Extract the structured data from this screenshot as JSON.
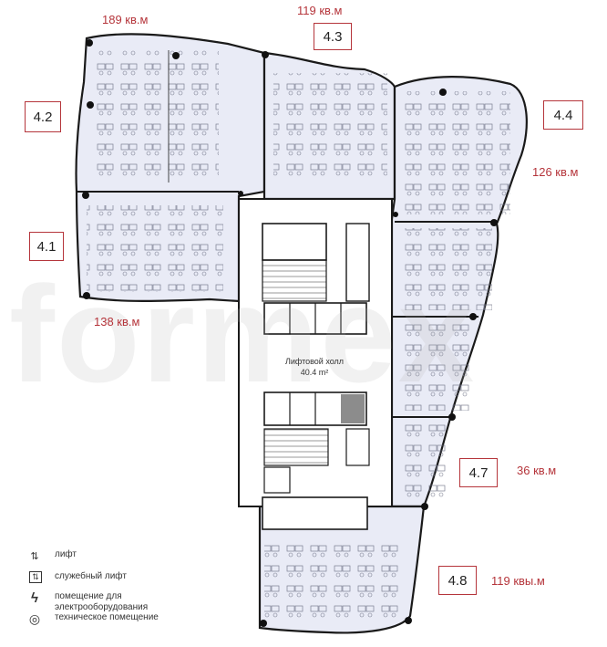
{
  "zones": [
    {
      "id": "4.1",
      "label": "4.1",
      "area": "138 кв.м"
    },
    {
      "id": "4.2",
      "label": "4.2",
      "area": "189 кв.м"
    },
    {
      "id": "4.3",
      "label": "4.3",
      "area": "119 кв.м"
    },
    {
      "id": "4.4",
      "label": "4.4",
      "area": "126 кв.м"
    },
    {
      "id": "4.7",
      "label": "4.7",
      "area": "36 кв.м"
    },
    {
      "id": "4.8",
      "label": "4.8",
      "area": "119 квы.м"
    }
  ],
  "hall": {
    "title": "Лифтовой холл",
    "area": "40.4 m²"
  },
  "legend": [
    {
      "icon": "lift-icon",
      "glyph": "⇅",
      "text": "лифт"
    },
    {
      "icon": "service-lift-icon",
      "glyph": "⇅",
      "text": "служебный лифт"
    },
    {
      "icon": "electrical-room-icon",
      "glyph": "ϟ",
      "text": "помещение для электрооборудования"
    },
    {
      "icon": "technical-room-icon",
      "glyph": "◎",
      "text": "техническое помещение"
    }
  ],
  "watermark": "formex",
  "colors": {
    "accent": "#b5353b",
    "floor": "#e9ebf6",
    "wall": "#1a1a1a"
  }
}
